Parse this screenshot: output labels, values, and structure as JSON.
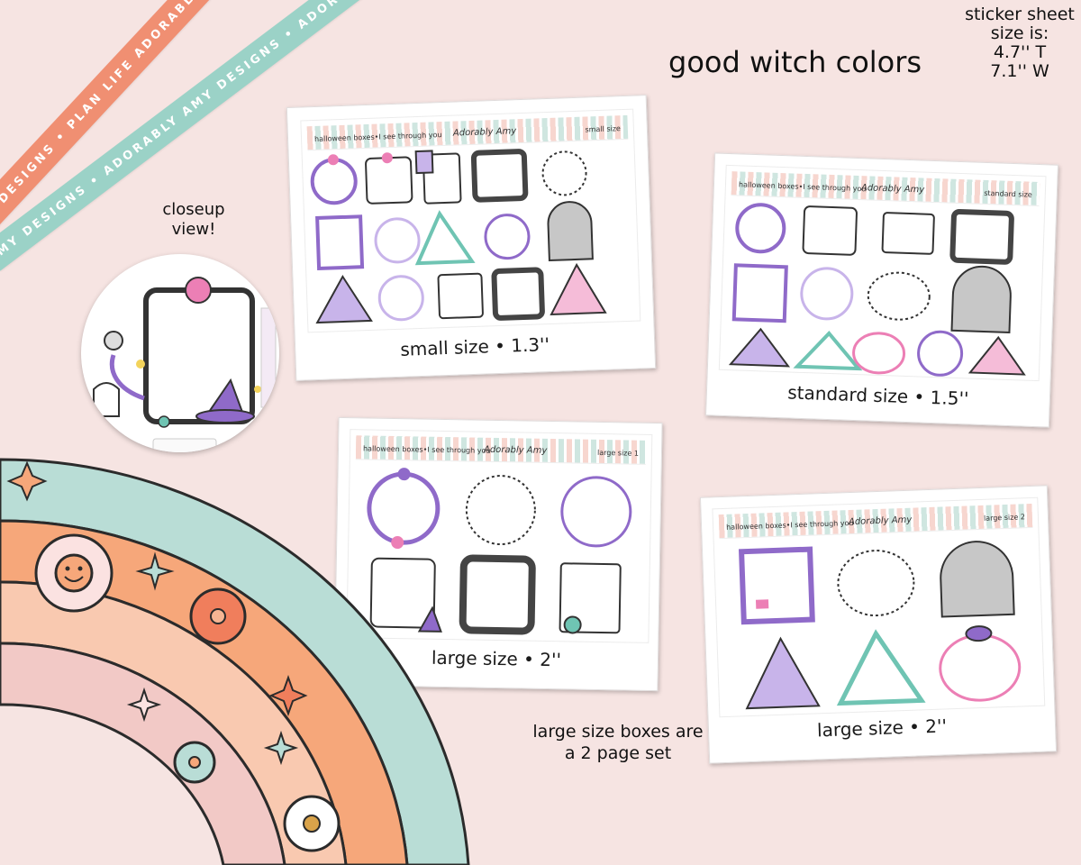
{
  "ribbons": {
    "pink": "ADORABLY AMY DESIGNS • PLAN LIFE ADORABLY • PLAN LIFE ADORABLY",
    "teal": "ADORABLY AMY DESIGNS • ADORABLY AMY DESIGNS • ADORABLY AMY DESIGNS"
  },
  "headline": "good witch colors",
  "sheet_size": {
    "line1": "sticker sheet",
    "line2": "size is:",
    "line3": "4.7'' T",
    "line4": "7.1'' W"
  },
  "closeup": {
    "line1": "closeup",
    "line2": "view!"
  },
  "sheets": {
    "small": {
      "title": "halloween boxes•I see through you",
      "tag": "small size",
      "caption": "small size • 1.3''"
    },
    "standard": {
      "title": "halloween boxes•I see through you",
      "tag": "standard size",
      "caption": "standard size • 1.5''"
    },
    "large1": {
      "title": "halloween boxes•I see through you",
      "tag": "large size 1",
      "caption": "large size • 2''"
    },
    "large2": {
      "title": "halloween boxes•I see through you",
      "tag": "large size 2",
      "caption": "large size • 2''"
    }
  },
  "brand_script": "Adorably Amy",
  "note": {
    "line1": "large size boxes are",
    "line2": "a 2 page set"
  },
  "colors": {
    "background": "#f6e4e2",
    "ribbon_pink": "#f08f72",
    "ribbon_teal": "#9bd2c7",
    "purple": "#8f6ac9",
    "lilac": "#c8b4ea",
    "pink": "#ec7fb5",
    "teal": "#6fc4b3",
    "gray": "#c7c7c7",
    "rainbow_teal": "#b9ddd6",
    "rainbow_orange": "#f6a77a",
    "rainbow_peach": "#f9c9b0",
    "rainbow_pink": "#f2c9c6"
  }
}
